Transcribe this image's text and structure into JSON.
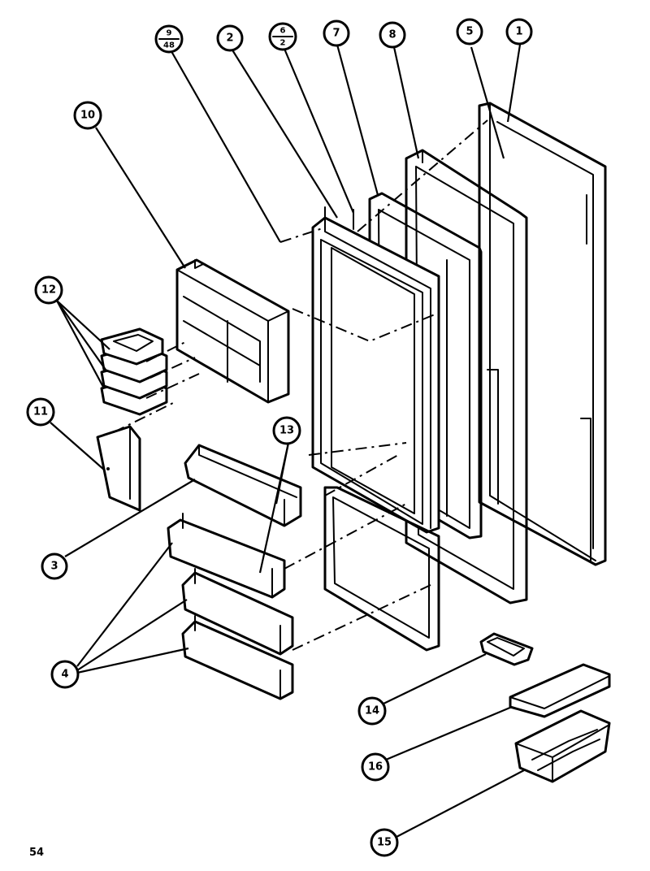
{
  "page_number": "54",
  "callouts": {
    "c1": "1",
    "c2": "2",
    "c3": "3",
    "c4": "4",
    "c5": "5",
    "c7": "7",
    "c8": "8",
    "c10": "10",
    "c11": "11",
    "c12": "12",
    "c13": "13",
    "c14": "14",
    "c15": "15",
    "c16": "16",
    "c9_top": "9",
    "c9_bottom": "48",
    "c6_top": "6",
    "c6_bottom": "2"
  }
}
